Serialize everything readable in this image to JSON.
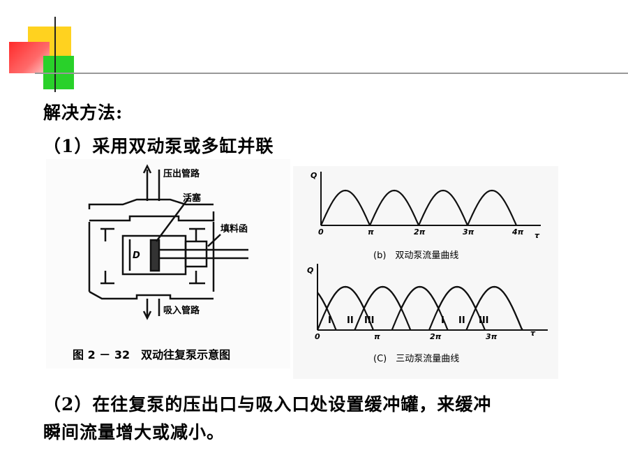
{
  "slide": {
    "heading": "解决方法:",
    "item1": "（1）采用双动泵或多缸并联",
    "item2_line1": "（2）在往复泵的压出口与吸入口处设置缓冲罐，来缓冲",
    "item2_line2": "瞬间流量增大或减小。"
  },
  "diagram": {
    "label_outlet": "压出管路",
    "label_piston": "活塞",
    "label_packing": "填料函",
    "label_inlet": "吸入管路",
    "label_d": "D",
    "caption": "图 2 － 32　双动往复泵示意图"
  },
  "curve_b": {
    "y_axis": "Q",
    "ticks": [
      "0",
      "π",
      "2π",
      "3π",
      "4π"
    ],
    "x_end": "τ",
    "caption": "(b)　双动泵流量曲线"
  },
  "curve_c": {
    "y_axis": "Q",
    "ticks": [
      "0",
      "π",
      "2π",
      "3π"
    ],
    "x_end": "τ",
    "cyl_marks": [
      "I",
      "II",
      "III",
      "I",
      "II",
      "III"
    ],
    "caption": "(C)　三动泵流量曲线"
  }
}
